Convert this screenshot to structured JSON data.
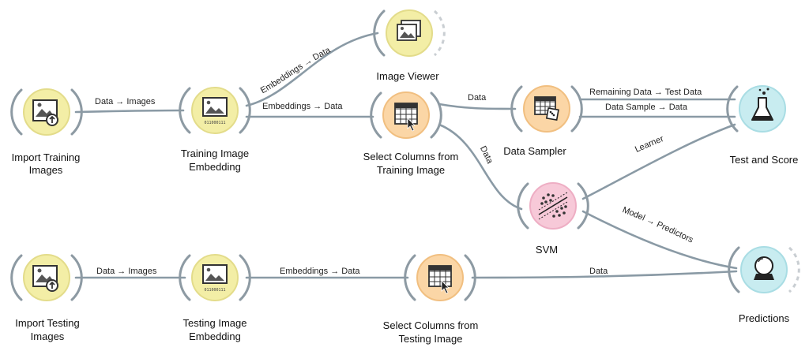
{
  "colors": {
    "yellow_fill": "#f3eea6",
    "yellow_stroke": "#e3dc8a",
    "orange_fill": "#fbd6a6",
    "orange_stroke": "#f1bf80",
    "pink_fill": "#f7c9d8",
    "pink_stroke": "#eeaec4",
    "cyan_fill": "#c8ecf0",
    "cyan_stroke": "#a9dde4",
    "link": "#8a9aa5"
  },
  "nodes": [
    {
      "id": "import-training",
      "label_lines": [
        "Import Training",
        "Images"
      ],
      "icon": "import-images-icon",
      "color": "yellow"
    },
    {
      "id": "training-embedding",
      "label_lines": [
        "Training Image",
        "Embedding"
      ],
      "icon": "image-embedding-icon",
      "color": "yellow"
    },
    {
      "id": "image-viewer",
      "label_lines": [
        "Image Viewer"
      ],
      "icon": "image-viewer-icon",
      "color": "yellow"
    },
    {
      "id": "select-training",
      "label_lines": [
        "Select Columns from",
        "Training Image"
      ],
      "icon": "select-columns-icon",
      "color": "orange"
    },
    {
      "id": "data-sampler",
      "label_lines": [
        "Data Sampler"
      ],
      "icon": "data-sampler-icon",
      "color": "orange"
    },
    {
      "id": "test-score",
      "label_lines": [
        "Test and Score"
      ],
      "icon": "flask-icon",
      "color": "cyan"
    },
    {
      "id": "svm",
      "label_lines": [
        "SVM"
      ],
      "icon": "svm-icon",
      "color": "pink"
    },
    {
      "id": "predictions",
      "label_lines": [
        "Predictions"
      ],
      "icon": "crystal-ball-icon",
      "color": "cyan"
    },
    {
      "id": "import-testing",
      "label_lines": [
        "Import Testing",
        "Images"
      ],
      "icon": "import-images-icon",
      "color": "yellow"
    },
    {
      "id": "testing-embedding",
      "label_lines": [
        "Testing Image",
        "Embedding"
      ],
      "icon": "image-embedding-icon",
      "color": "yellow"
    },
    {
      "id": "select-testing",
      "label_lines": [
        "Select Columns from",
        "Testing Image"
      ],
      "icon": "select-columns-icon",
      "color": "orange"
    }
  ],
  "links": [
    {
      "id": "l1",
      "label": "Data → Images"
    },
    {
      "id": "l2",
      "label": "Embeddings → Data"
    },
    {
      "id": "l3",
      "label": "Embeddings → Data"
    },
    {
      "id": "l4",
      "label": "Data"
    },
    {
      "id": "l5",
      "label": "Remaining Data → Test Data"
    },
    {
      "id": "l6",
      "label": "Data Sample → Data"
    },
    {
      "id": "l7",
      "label": "Data"
    },
    {
      "id": "l8",
      "label": "Learner"
    },
    {
      "id": "l9",
      "label": "Model → Predictors"
    },
    {
      "id": "l10",
      "label": "Data → Images"
    },
    {
      "id": "l11",
      "label": "Embeddings → Data"
    },
    {
      "id": "l12",
      "label": "Data"
    }
  ],
  "embedding_code": "011000111"
}
